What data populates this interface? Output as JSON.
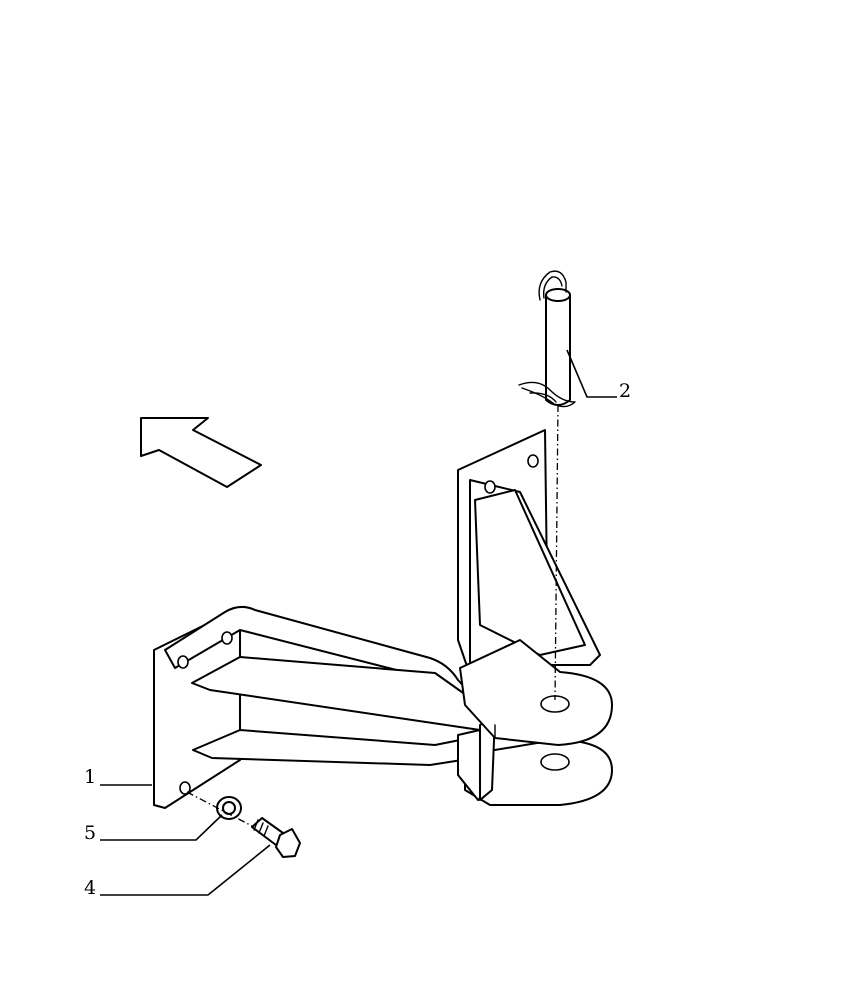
{
  "callouts": [
    {
      "id": "1",
      "label": "1"
    },
    {
      "id": "2",
      "label": "2"
    },
    {
      "id": "4",
      "label": "4"
    },
    {
      "id": "5",
      "label": "5"
    }
  ],
  "icons": {
    "direction_arrow": "forward-direction-arrow-icon"
  },
  "colors": {
    "line": "#000000",
    "background": "#ffffff"
  }
}
